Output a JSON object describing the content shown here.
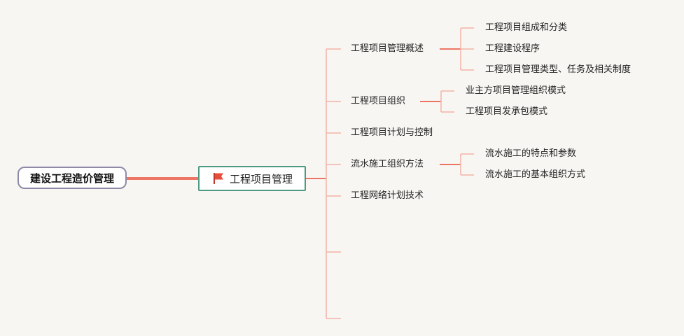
{
  "root": {
    "label": "建设工程造价管理"
  },
  "main": {
    "label": "工程项目管理",
    "icon": "flag-icon",
    "accent": "#e84d3b"
  },
  "topics": [
    {
      "label": "工程项目管理概述",
      "children": [
        "工程项目组成和分类",
        "工程建设程序",
        "工程项目管理类型、任务及相关制度"
      ]
    },
    {
      "label": "工程项目组织",
      "children": [
        "业主方项目管理组织模式",
        "工程项目发承包模式"
      ]
    },
    {
      "label": "工程项目计划与控制",
      "children": []
    },
    {
      "label": "流水施工组织方法",
      "children": [
        "流水施工的特点和参数",
        "流水施工的基本组织方式"
      ]
    },
    {
      "label": "工程网络计划技术",
      "children": []
    }
  ],
  "colors": {
    "connector_main": "#ec7565",
    "connector_light": "#f3b3a7",
    "root_border": "#8f8aa7",
    "main_border": "#4f9a82"
  }
}
